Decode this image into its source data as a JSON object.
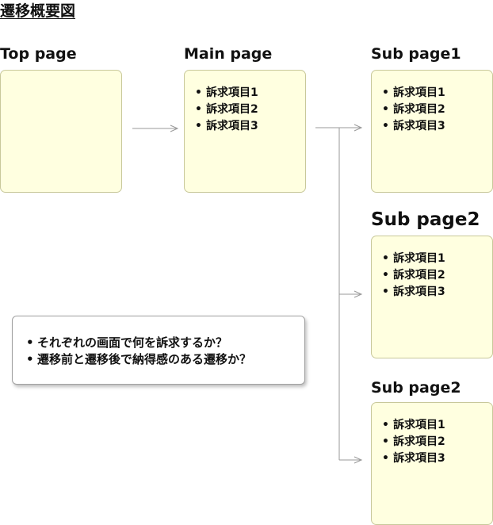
{
  "title": "遷移概要図",
  "pages": {
    "top": {
      "label": "Top page",
      "items": []
    },
    "main": {
      "label": "Main page",
      "items": [
        "訴求項目1",
        "訴求項目2",
        "訴求項目3"
      ]
    },
    "sub1": {
      "label": "Sub page1",
      "items": [
        "訴求項目1",
        "訴求項目2",
        "訴求項目3"
      ]
    },
    "sub2a": {
      "label": "Sub page2",
      "items": [
        "訴求項目1",
        "訴求項目2",
        "訴求項目3"
      ]
    },
    "sub2b": {
      "label": "Sub page2",
      "items": [
        "訴求項目1",
        "訴求項目2",
        "訴求項目3"
      ]
    }
  },
  "note": {
    "items": [
      "それぞれの画面で何を訴求するか？",
      "遷移前と遷移後で納得感のある遷移か？"
    ]
  },
  "colors": {
    "box_fill": "#ffffe0",
    "box_border": "#c8c89a",
    "arrow": "#999999"
  }
}
